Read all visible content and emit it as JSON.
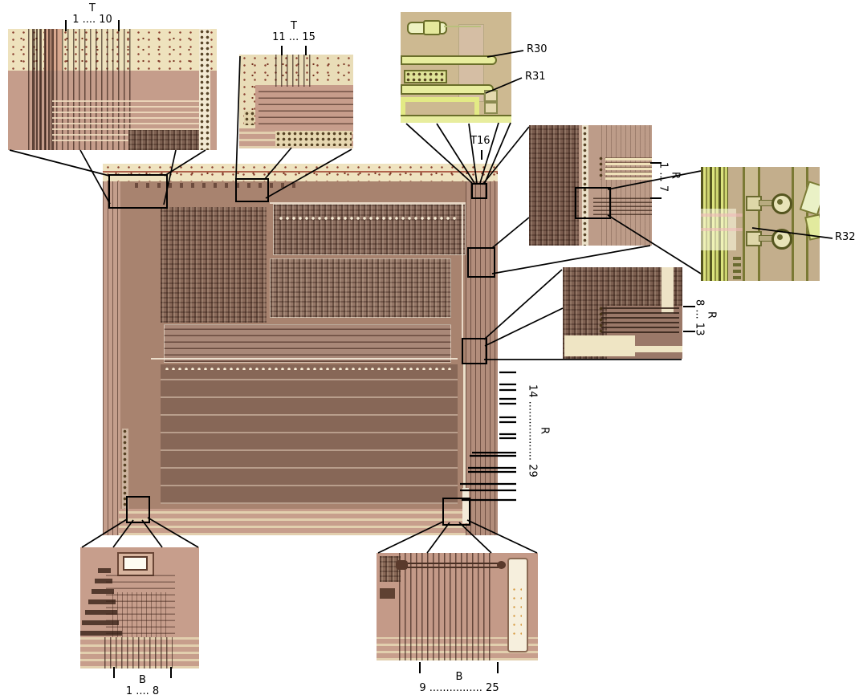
{
  "figure": {
    "description": "Annotated microchip die photograph with zoomed callout insets for pad groups and resistors",
    "colors": {
      "background": "#ffffff",
      "die_base": "#a8836f",
      "die_pad_band": "#efe3c0",
      "die_dark_block": "#7d5f50",
      "inset_pink": "#c59d8b",
      "inset_tan": "#cdbd92",
      "bright_trace": "#e8ed9e",
      "trace_border": "#6a6e2a",
      "annotation": "#000000"
    },
    "labels": {
      "top_group1": {
        "letter": "T",
        "range": "1 .... 10"
      },
      "top_group2": {
        "letter": "T",
        "range": "11 ... 15"
      },
      "t16": "T16",
      "r30": "R30",
      "r31": "R31",
      "r32": "R32",
      "right_group1": {
        "range": "1 ... 7",
        "letter": "R"
      },
      "right_group2": {
        "range": "8 ... 13",
        "letter": "R"
      },
      "right_group3": {
        "range": "14 .................. 29",
        "letter": "R"
      },
      "bottom_group1": {
        "letter": "B",
        "range": "1 .... 8"
      },
      "bottom_group2": {
        "letter": "B",
        "range": "9 ................ 25"
      }
    }
  }
}
